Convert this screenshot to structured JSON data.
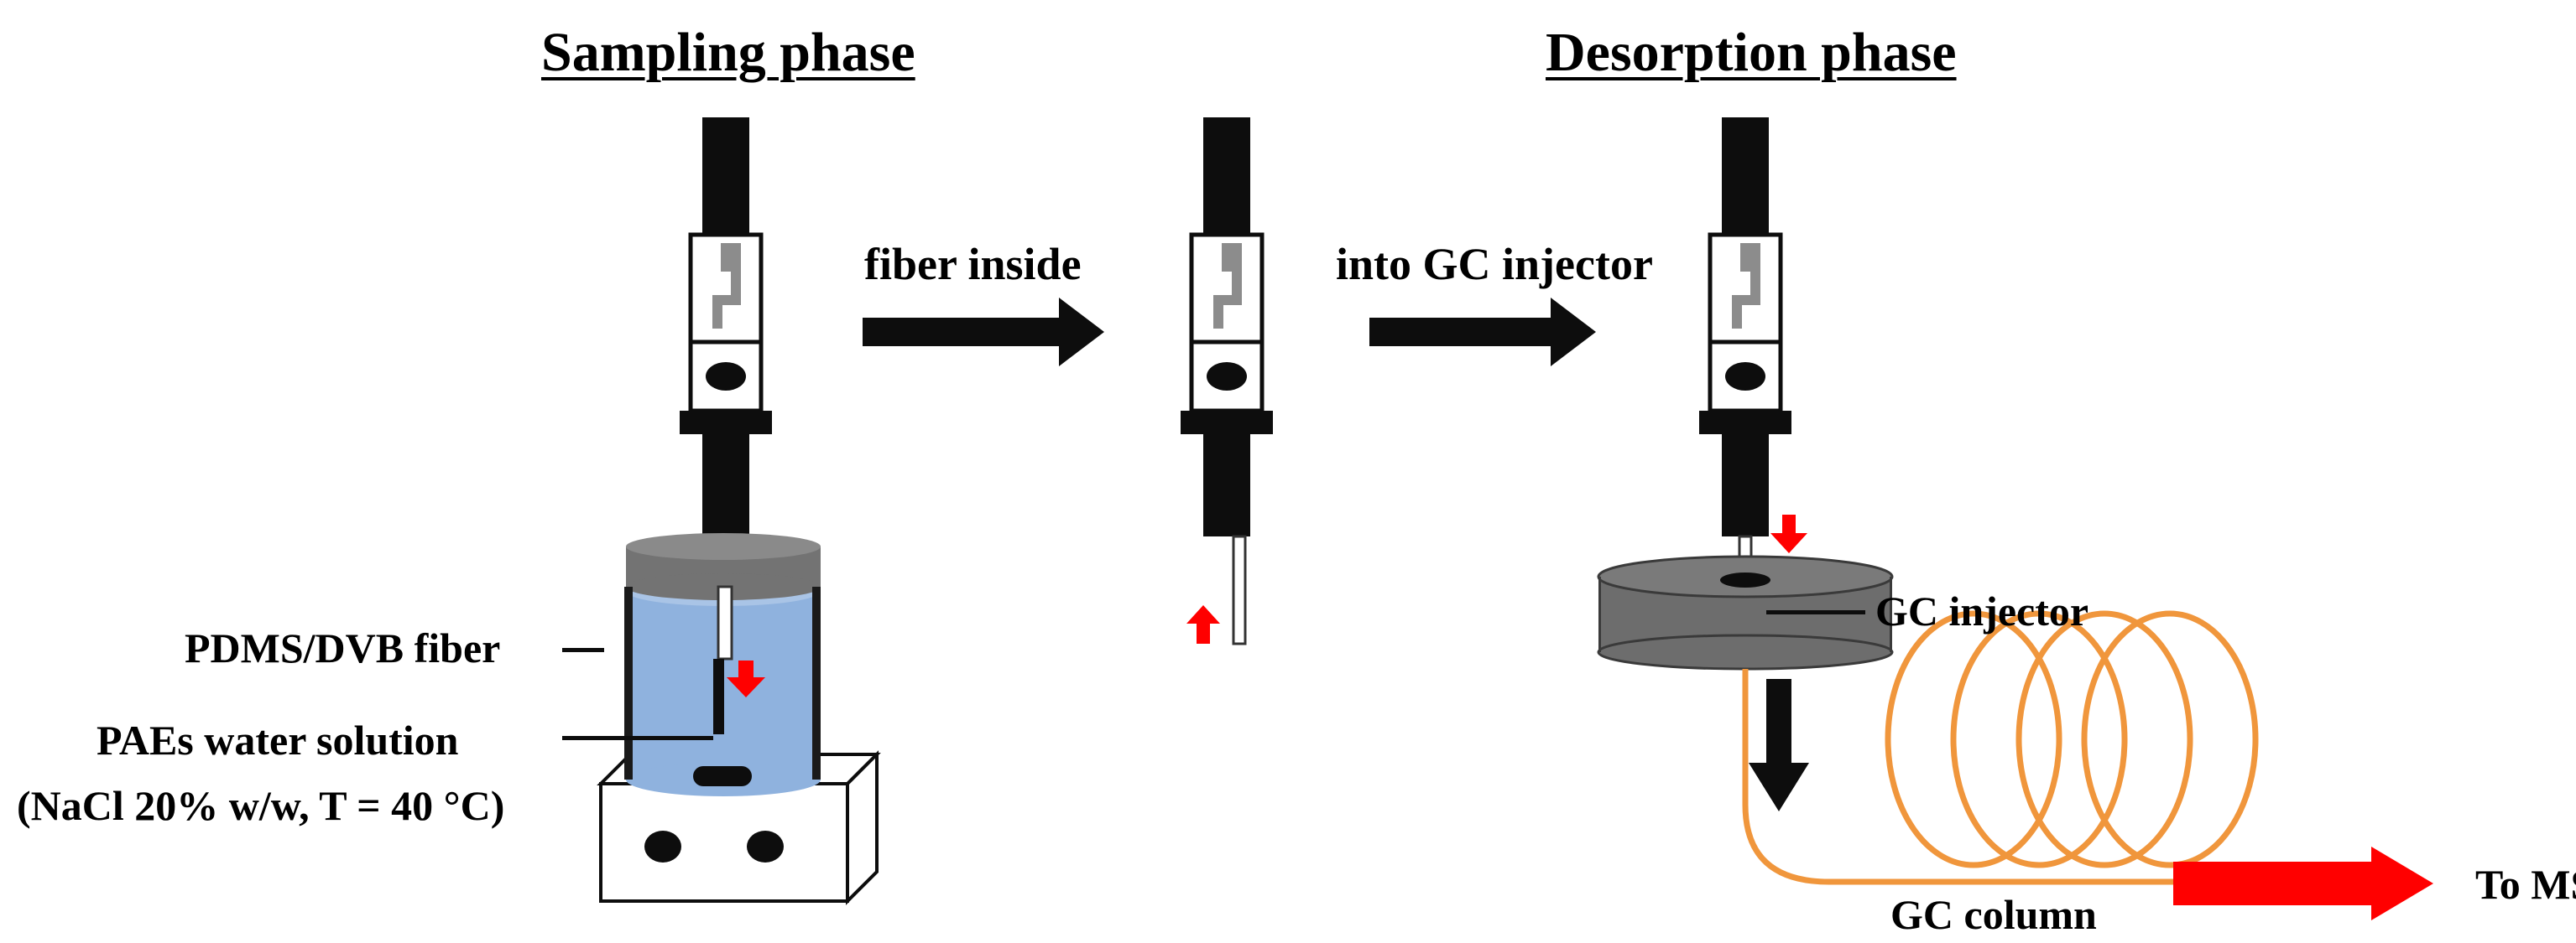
{
  "titles": {
    "sampling": "Sampling phase",
    "desorption": "Desorption phase"
  },
  "steps": {
    "fiber_inside": "fiber inside",
    "into_gc_injector": "into GC injector"
  },
  "labels": {
    "pdms_fiber": "PDMS/DVB fiber",
    "paes_solution": "PAEs water solution",
    "conditions": "(NaCl 20% w/w, T = 40 °C)",
    "gc_injector": "GC injector",
    "gc_column": "GC column",
    "to_ms": "To MS"
  },
  "colors": {
    "holder_dark": "#0d0d0d",
    "holder_white": "#ffffff",
    "slot_gray": "#8c8c8c",
    "vial_water": "#8fb2de",
    "vial_cap": "#737373",
    "injector_gray": "#6d6d6d",
    "column_orange": "#f0963c",
    "accent_red": "#ff0000"
  },
  "icons": {
    "holder": "spme-fiber-holder-icon",
    "vial": "sample-vial-icon",
    "stirrer": "magnetic-stirrer-icon",
    "injector": "gc-injector-icon",
    "column": "gc-column-coil-icon"
  }
}
